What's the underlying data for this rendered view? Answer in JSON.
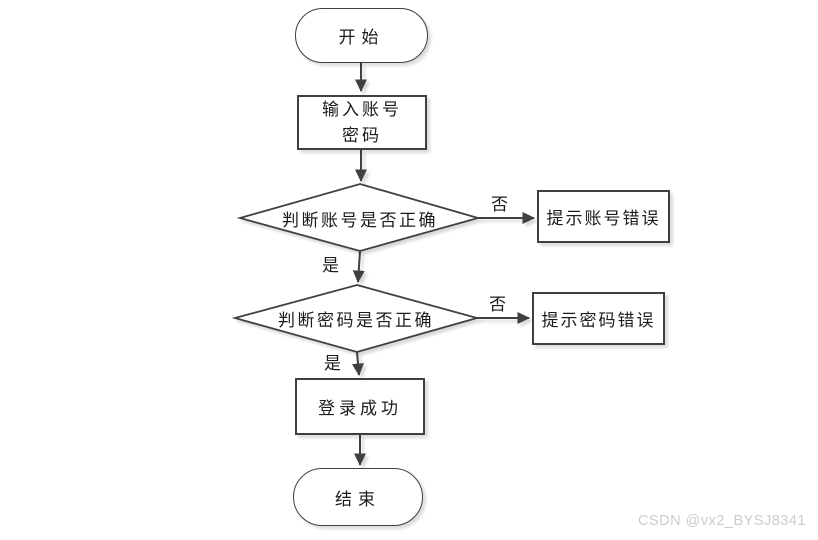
{
  "flowchart": {
    "nodes": {
      "start": {
        "label": "开始",
        "shape": "stadium"
      },
      "input": {
        "label": "输入账号\n密码",
        "shape": "rect"
      },
      "check_account": {
        "label": "判断账号是否正确",
        "shape": "diamond"
      },
      "account_error": {
        "label": "提示账号错误",
        "shape": "rect"
      },
      "check_password": {
        "label": "判断密码是否正确",
        "shape": "diamond"
      },
      "password_error": {
        "label": "提示密码错误",
        "shape": "rect"
      },
      "login_success": {
        "label": "登录成功",
        "shape": "rect"
      },
      "end": {
        "label": "结束",
        "shape": "stadium"
      }
    },
    "edge_labels": {
      "account_yes": "是",
      "account_no": "否",
      "password_yes": "是",
      "password_no": "否"
    },
    "colors": {
      "line": "#404040",
      "text": "#1c1c1c",
      "node_fill": "#ffffff",
      "shadow": "#d9d9d9",
      "background": "#ffffff",
      "watermark": "#cccccc"
    }
  },
  "watermark": {
    "text": "CSDN @vx2_BYSJ8341"
  }
}
